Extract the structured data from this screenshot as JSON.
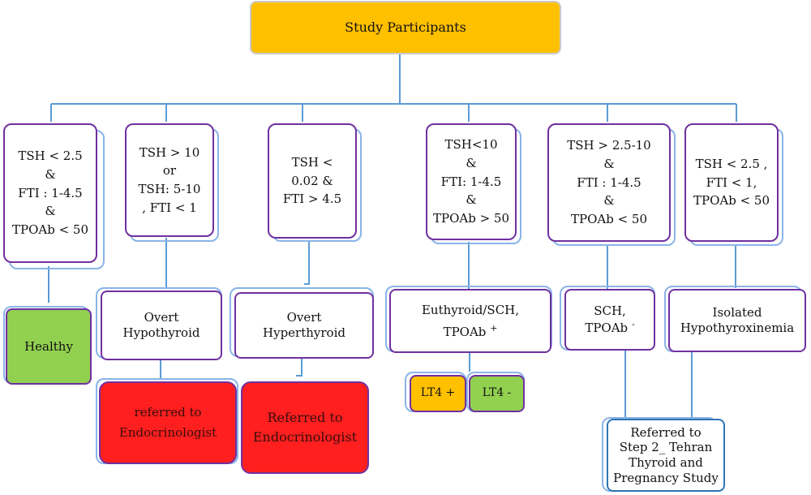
{
  "root": {
    "label": "Study Participants"
  },
  "criteria": [
    {
      "lines": [
        "TSH < 2.5",
        "&",
        "FTI : 1-4.5",
        "&",
        "TPOAb < 50"
      ]
    },
    {
      "lines": [
        "TSH > 10",
        "or",
        "TSH: 5-10",
        ", FTI < 1"
      ]
    },
    {
      "lines": [
        "TSH <",
        "0.02 &",
        "FTI > 4.5"
      ]
    },
    {
      "lines": [
        "TSH<10",
        "&",
        "FTI: 1-4.5",
        "&",
        "TPOAb > 50"
      ]
    },
    {
      "lines": [
        "TSH > 2.5-10",
        "&",
        "FTI : 1-4.5",
        "&",
        "TPOAb < 50"
      ]
    },
    {
      "lines": [
        "TSH < 2.5 ,",
        "FTI < 1,",
        "TPOAb < 50"
      ]
    }
  ],
  "outcomes": {
    "healthy": "Healthy",
    "overt_hypo": [
      "Overt",
      "Hypothyroid"
    ],
    "overt_hyper": [
      "Overt",
      "Hyperthyroid"
    ],
    "euthyroid": {
      "line1": "Euthyroid/SCH,",
      "line2": "TPOAb",
      "sup": "+"
    },
    "sch": {
      "line1": "SCH,",
      "line2": "TPOAb",
      "sup": "-"
    },
    "isolated": [
      "Isolated",
      "Hypothyroxinemia"
    ]
  },
  "referrals": {
    "hypo": [
      "referred to",
      "Endocrinologist"
    ],
    "hyper": [
      "Referred to",
      "Endocrinologist"
    ],
    "lt4_plus": "LT4 +",
    "lt4_minus": "LT4 -",
    "step2": [
      "Referred to",
      "Step 2_ Tehran",
      "Thyroid and",
      "Pregnancy Study"
    ]
  },
  "colors": {
    "root_fill": "#ffc000",
    "healthy_fill": "#92d050",
    "referral_fill": "#ff1f1f",
    "lt4_plus_fill": "#ffc000",
    "lt4_minus_fill": "#92d050",
    "box_border": "#7030a0",
    "shadow_border": "#8ab4e8",
    "connector": "#5b9bd5"
  }
}
